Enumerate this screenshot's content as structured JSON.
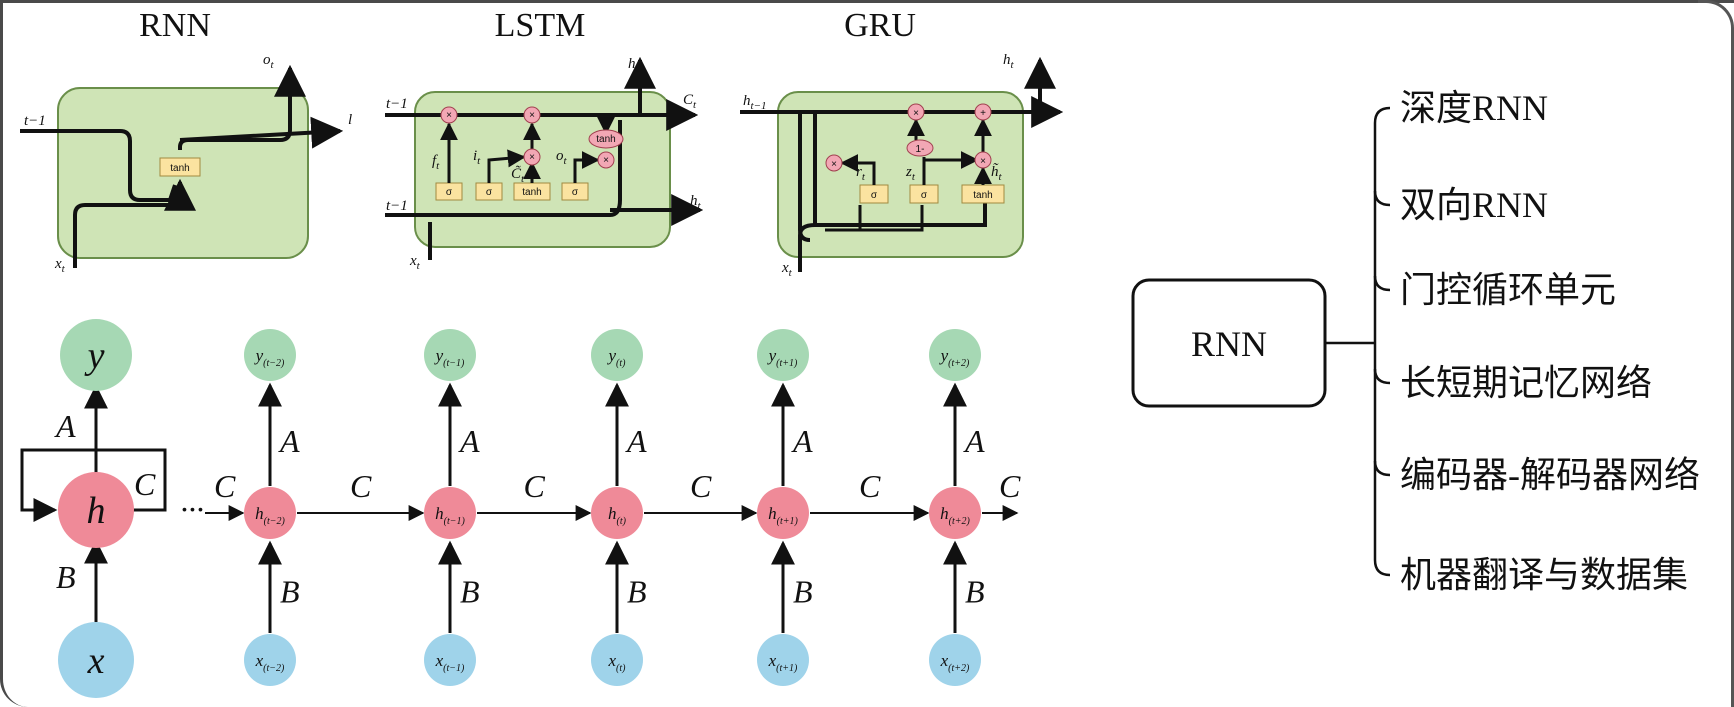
{
  "colors": {
    "cell_fill": "#cfe4b6",
    "cell_stroke": "#6a8f4a",
    "gate_fill": "#fbe3a0",
    "op_fill": "#f2a7b4",
    "y_node": "#a6d8b4",
    "h_node": "#ef8a98",
    "x_node": "#9fd3ea"
  },
  "cells": {
    "rnn": {
      "title": "RNN",
      "gate": "tanh",
      "in_left": "t−1",
      "out_right": "l",
      "out_top": "o",
      "out_top_sub": "t",
      "input": "x",
      "input_sub": "t"
    },
    "lstm": {
      "title": "LSTM",
      "gates": [
        "σ",
        "σ",
        "tanh",
        "σ"
      ],
      "op_mult": "×",
      "op_tanh": "tanh",
      "in_top": "t−1",
      "in_bottom": "t−1",
      "out_c": "C",
      "out_c_sub": "t",
      "out_h": "h",
      "out_h_sub": "t",
      "out_top": "h",
      "out_top_sub": "t",
      "f": "f",
      "i": "i",
      "c_tilde": "C̃",
      "o": "o",
      "t": "t",
      "input": "x",
      "input_sub": "t"
    },
    "gru": {
      "title": "GRU",
      "gates": [
        "σ",
        "σ",
        "tanh"
      ],
      "op_mult": "×",
      "op_plus": "+",
      "op_one_minus": "1-",
      "in_left": "h",
      "in_left_sub": "t−1",
      "out_top": "h",
      "out_top_sub": "t",
      "r": "r",
      "z": "z",
      "h_tilde": "h̃",
      "t": "t",
      "input": "x",
      "input_sub": "t"
    }
  },
  "unrolled": {
    "main": {
      "y": "y",
      "h": "h",
      "x": "x",
      "A": "A",
      "B": "B",
      "C": "C"
    },
    "ellipsis": "···",
    "edge_A": "A",
    "edge_B": "B",
    "edge_C": "C",
    "steps": [
      {
        "y": "y",
        "h": "h",
        "x": "x",
        "sub": "(t−2)"
      },
      {
        "y": "y",
        "h": "h",
        "x": "x",
        "sub": "(t−1)"
      },
      {
        "y": "y",
        "h": "h",
        "x": "x",
        "sub": "(t)"
      },
      {
        "y": "y",
        "h": "h",
        "x": "x",
        "sub": "(t+1)"
      },
      {
        "y": "y",
        "h": "h",
        "x": "x",
        "sub": "(t+2)"
      }
    ]
  },
  "tree": {
    "root": "RNN",
    "children": [
      "深度RNN",
      "双向RNN",
      "门控循环单元",
      "长短期记忆网络",
      "编码器-解码器网络",
      "机器翻译与数据集"
    ]
  }
}
